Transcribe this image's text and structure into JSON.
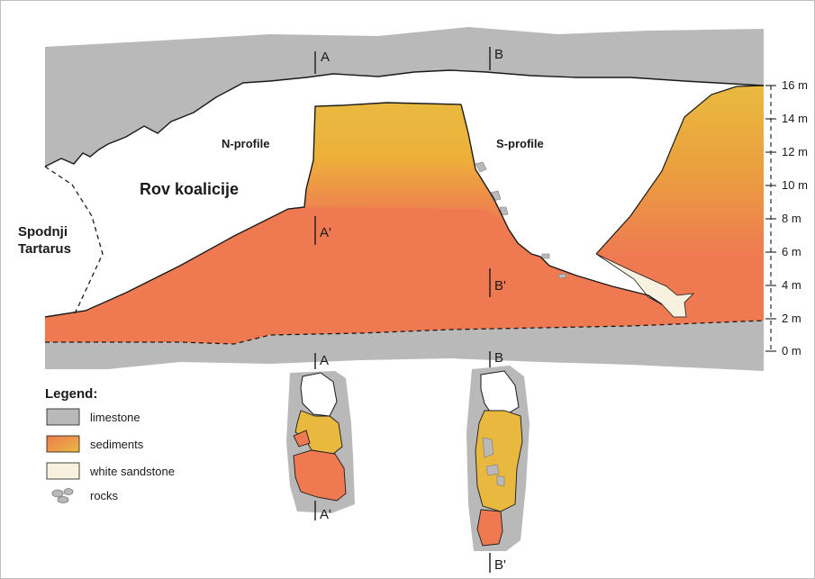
{
  "labels": {
    "section_a_top": "A",
    "section_b_top": "B",
    "section_a_mid": "A'",
    "section_b_mid": "B'",
    "n_profile": "N-profile",
    "s_profile": "S-profile",
    "passage_name": "Rov koalicije",
    "side_passage_line1": "Spodnji",
    "side_passage_line2": "Tartarus",
    "section_a_cs_top": "A",
    "section_a_cs_bottom": "A'",
    "section_b_cs_top": "B",
    "section_b_cs_bottom": "B'"
  },
  "scale": {
    "ticks": [
      "16 m",
      "14 m",
      "12 m",
      "10 m",
      "8 m",
      "6 m",
      "4 m",
      "2 m",
      "0 m"
    ]
  },
  "legend": {
    "title": "Legend:",
    "items": [
      {
        "label": "limestone",
        "icon": "limestone-swatch"
      },
      {
        "label": "sediments",
        "icon": "sediments-swatch"
      },
      {
        "label": "white sandstone",
        "icon": "white-sandstone-swatch"
      },
      {
        "label": "rocks",
        "icon": "rocks-icon"
      }
    ]
  },
  "colors": {
    "limestone": "#b9b9b9",
    "sediment_top": "#e9b93f",
    "sediment_bottom": "#ef7a52",
    "white_sandstone": "#f8f1e0",
    "outline": "#1a1a1a"
  }
}
